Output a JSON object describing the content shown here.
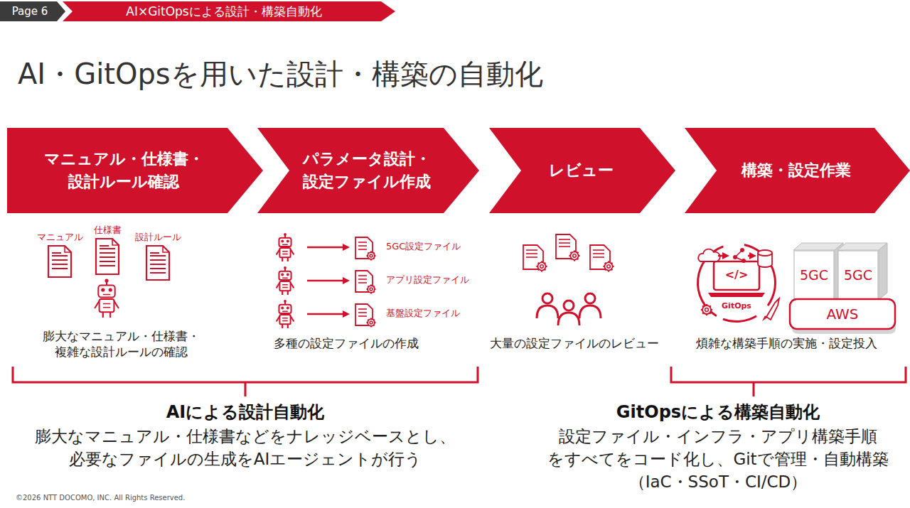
{
  "diagram": {
    "title": "AI・GitOpsを用いた設計・構築の自動化",
    "nodes": [
      {
        "text": [
          "Page 6"
        ]
      },
      {
        "text": [
          "AI×GitOpsによる設計・構築自動化"
        ]
      },
      {
        "text": [
          "マニュアル・仕様書・ 設計ルール確認"
        ]
      },
      {
        "text": [
          "パラメータ設計・ 設定ファイル作成"
        ]
      },
      {
        "text": [
          "レビュー"
        ]
      },
      {
        "text": [
          "構築・設定作業"
        ]
      },
      {
        "text": [
          "5GC"
        ]
      },
      {
        "text": [
          "5GC"
        ]
      },
      {
        "text": [
          "AWS"
        ]
      }
    ],
    "labels": [
      "マニュアル",
      "仕様書",
      "設計ルール",
      "膨大なマニュアル・仕様書・ 複雑な設計ルールの確認",
      "5GC設定ファイル",
      "アプリ設定ファイル",
      "基盤設定ファイル",
      "多種の設定ファイルの作成",
      "大量の設定ファイルのレビュー",
      "</>",
      "GitOps",
      "煩雑な構築手順の実施・設定投入",
      "AIによる設計自動化",
      "膨大なマニュアル・仕様書などをナレッジベースとし、 必要なファイルの生成をAIエージェントが行う",
      "GitOpsによる構築自動化",
      "設定ファイル・インフラ・アプリ構築手順 をすべてをコード化し、Gitで管理・自動構築 （IaC・SSoT・CI/CD）",
      "©2026 NTT DOCOMO, INC. All Rights Reserved."
    ]
  }
}
